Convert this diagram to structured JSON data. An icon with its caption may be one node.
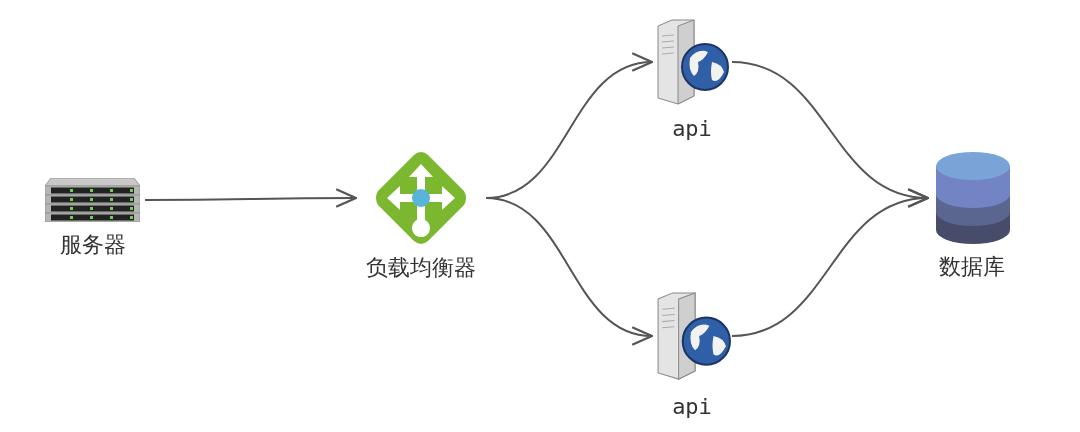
{
  "diagram": {
    "nodes": [
      {
        "text": [
          "服务器"
        ]
      },
      {
        "text": [
          "负载均衡器"
        ]
      },
      {
        "text": [
          "api"
        ]
      },
      {
        "text": [
          "api"
        ]
      },
      {
        "text": [
          "数据库"
        ]
      }
    ],
    "edges": [
      {
        "from": 0,
        "to": 1,
        "arrow": "to"
      },
      {
        "from": 1,
        "to": 2,
        "arrow": "to"
      },
      {
        "from": 1,
        "to": 3,
        "arrow": "to"
      },
      {
        "from": 2,
        "to": 4,
        "arrow": "to"
      },
      {
        "from": 3,
        "to": 4,
        "arrow": "to"
      }
    ]
  }
}
